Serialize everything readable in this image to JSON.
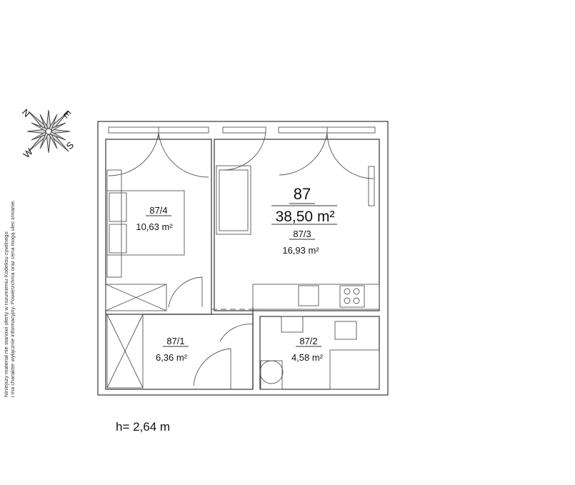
{
  "compass": {
    "n": "N",
    "e": "E",
    "s": "S",
    "w": "W"
  },
  "disclaimer": {
    "line1": "Niniejszy materiał nie stanowi oferty w rozumieniu Kodeksu cywilnego",
    "line2": "i ma charakter wyłącznie informacyjny. Powierzchnia oraz cena mogą ulec zmianie."
  },
  "apartment": {
    "number": "87",
    "area": "38,50 m²"
  },
  "rooms": [
    {
      "id": "87/4",
      "area": "10,63 m²"
    },
    {
      "id": "87/3",
      "area": "16,93 m²"
    },
    {
      "id": "87/1",
      "area": "6,36 m²"
    },
    {
      "id": "87/2",
      "area": "4,58 m²"
    }
  ],
  "height": "h= 2,64 m"
}
